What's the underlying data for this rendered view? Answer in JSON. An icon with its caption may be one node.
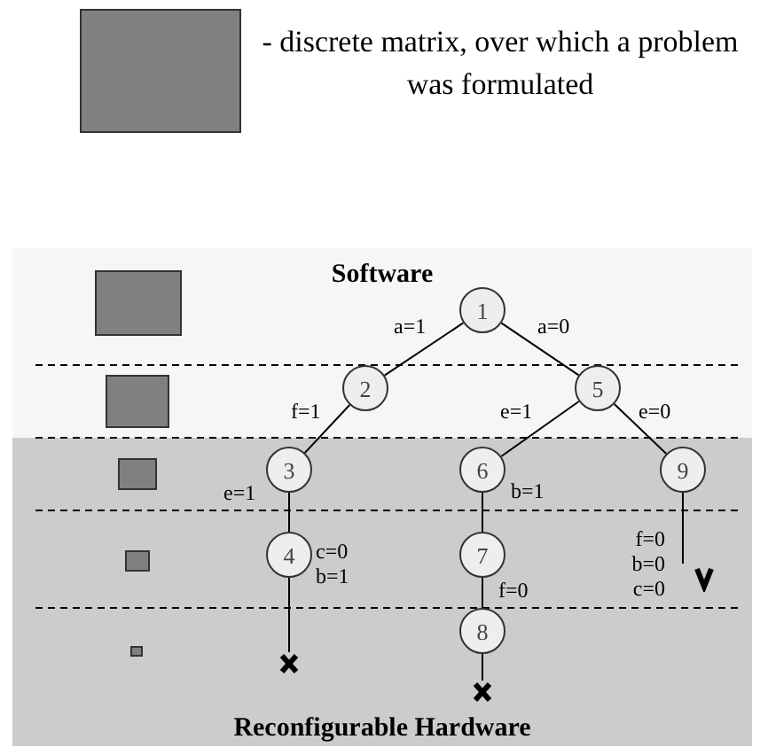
{
  "diagram": {
    "nodes": [
      {
        "text": [
          "1"
        ]
      },
      {
        "text": [
          "2"
        ]
      },
      {
        "text": [
          "5"
        ]
      },
      {
        "text": [
          "3"
        ]
      },
      {
        "text": [
          "6"
        ]
      },
      {
        "text": [
          "9"
        ]
      },
      {
        "text": [
          "4"
        ]
      },
      {
        "text": [
          "7"
        ]
      },
      {
        "text": [
          "8"
        ]
      },
      {
        "text": [],
        "shape": "cross"
      },
      {
        "text": [],
        "shape": "cross"
      },
      {
        "text": [],
        "shape": "check"
      }
    ],
    "edges": [
      {
        "from": 0,
        "to": 1,
        "arrow": "none",
        "label": "a=1"
      },
      {
        "from": 0,
        "to": 2,
        "arrow": "none",
        "label": "a=0"
      },
      {
        "from": 1,
        "to": 3,
        "arrow": "none",
        "label": "f=1"
      },
      {
        "from": 2,
        "to": 4,
        "arrow": "none",
        "label": "e=1"
      },
      {
        "from": 2,
        "to": 5,
        "arrow": "none",
        "label": "e=0"
      },
      {
        "from": 3,
        "to": 6,
        "arrow": "none",
        "label": "e=1"
      },
      {
        "from": 4,
        "to": 7,
        "arrow": "none",
        "label": "b=1"
      },
      {
        "from": 7,
        "to": 8,
        "arrow": "none",
        "label": "f=0"
      },
      {
        "from": 6,
        "to": 9,
        "arrow": "none",
        "label": "c=0 b=1"
      },
      {
        "from": 8,
        "to": 10,
        "arrow": "none"
      },
      {
        "from": 5,
        "to": 11,
        "arrow": "none",
        "label": "f=0 b=0 c=0"
      }
    ],
    "labels": [
      "Software",
      "Reconfigurable Hardware"
    ],
    "legend": [
      {
        "text": "- discrete matrix, over which a problem was formulated",
        "color": "#808080"
      }
    ]
  }
}
